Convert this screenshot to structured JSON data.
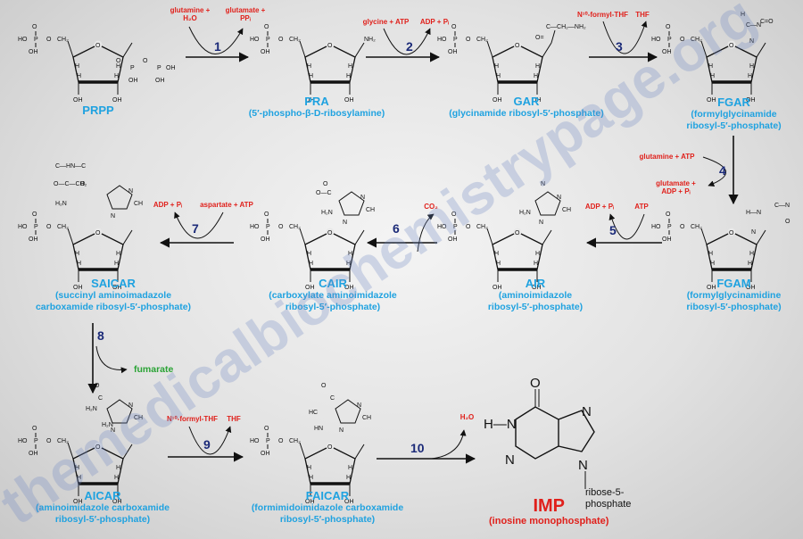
{
  "compounds": {
    "prpp": {
      "name": "PRPP",
      "full": ""
    },
    "pra": {
      "name": "PRA",
      "full": "(5′-phospho-β-D-ribosylamine)"
    },
    "gar": {
      "name": "GAR",
      "full": "(glycinamide ribosyl-5′-phosphate)"
    },
    "fgar": {
      "name": "FGAR",
      "full1": "(formylglycinamide",
      "full2": "ribosyl-5′-phosphate)"
    },
    "fgam": {
      "name": "FGAM",
      "full1": "(formylglycinamidine",
      "full2": "ribosyl-5′-phosphate)"
    },
    "air": {
      "name": "AIR",
      "full1": "(aminoimidazole",
      "full2": "ribosyl-5′-phosphate)"
    },
    "cair": {
      "name": "CAIR",
      "full1": "(carboxylate aminoimidazole",
      "full2": "ribosyl-5′-phosphate)"
    },
    "saicar": {
      "name": "SAICAR",
      "full1": "(succinyl aminoimadazole",
      "full2": "carboxamide ribosyl-5′-phosphate)"
    },
    "aicar": {
      "name": "AICAR",
      "full1": "(aminoimidazole carboxamide",
      "full2": "ribosyl-5′-phosphate)"
    },
    "faicar": {
      "name": "FAICAR",
      "full1": "(formimidoimidazole carboxamide",
      "full2": "ribosyl-5′-phosphate)"
    },
    "imp": {
      "name": "IMP",
      "full": "(inosine monophosphate)",
      "substituent1": "ribose-5-",
      "substituent2": "phosphate"
    }
  },
  "steps": [
    {
      "num": "1",
      "in1": "glutamine +",
      "in2": "H₂O",
      "out1": "glutamate +",
      "out2": "PPᵢ"
    },
    {
      "num": "2",
      "in": "glycine + ATP",
      "out": "ADP + Pᵢ"
    },
    {
      "num": "3",
      "in": "N¹⁰-formyl-THF",
      "out": "THF"
    },
    {
      "num": "4",
      "in": "glutamine + ATP",
      "out1": "glutamate +",
      "out2": "ADP + Pᵢ"
    },
    {
      "num": "5",
      "in": "ATP",
      "out": "ADP + Pᵢ"
    },
    {
      "num": "6",
      "out": "CO₂"
    },
    {
      "num": "7",
      "in": "aspartate + ATP",
      "out": "ADP + Pᵢ"
    },
    {
      "num": "8",
      "out": "fumarate"
    },
    {
      "num": "9",
      "in": "N¹⁰-formyl-THF",
      "out": "THF"
    },
    {
      "num": "10",
      "out": "H₂O"
    }
  ],
  "watermark": "themedicalbiochemistrypage.org",
  "colors": {
    "name": "#1fa2e0",
    "reagent": "#e0201b",
    "step": "#1b2a78",
    "fumarate": "#2aa335"
  }
}
